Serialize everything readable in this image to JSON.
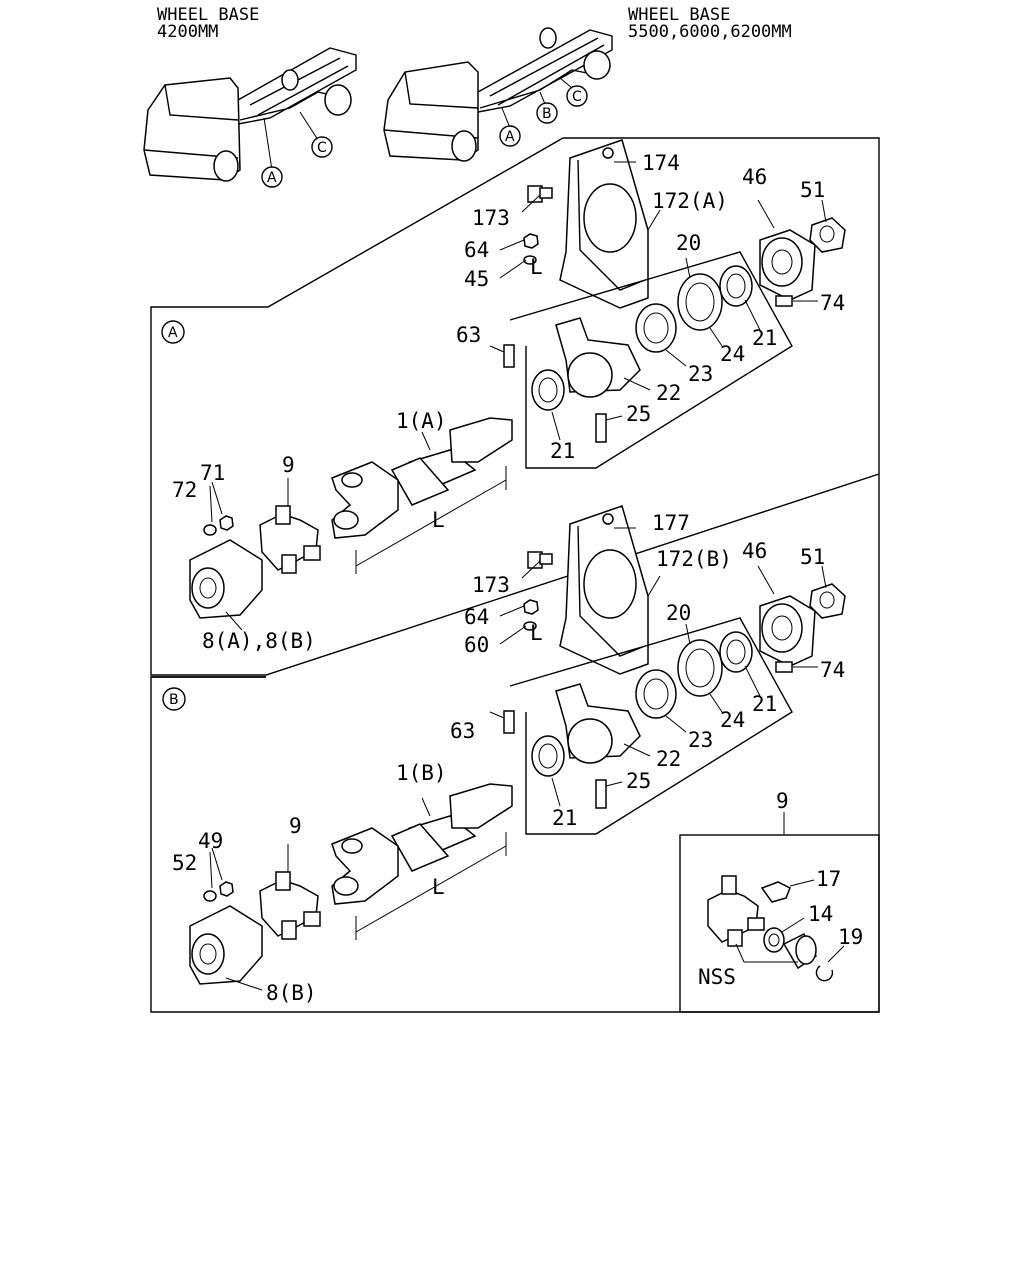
{
  "headers": {
    "left_line1": "WHEEL BASE",
    "left_line2": "4200MM",
    "right_line1": "WHEEL BASE",
    "right_line2": "5500,6000,6200MM"
  },
  "callouts": {
    "a": "A",
    "b": "B",
    "c": "C"
  },
  "section_a": {
    "tag": "A",
    "labels": {
      "p174": "174",
      "p173": "173",
      "p172": "172(A)",
      "p46": "46",
      "p51": "51",
      "p64": "64",
      "p45": "45",
      "p20": "20",
      "p74": "74",
      "p63": "63",
      "p21a": "21",
      "p24": "24",
      "p23": "23",
      "p22": "22",
      "p25": "25",
      "p21b": "21",
      "p1": "1(A)",
      "p9": "9",
      "p72": "72",
      "p71": "71",
      "pL": "L",
      "pL2": "L",
      "p8": "8(A),8(B)"
    }
  },
  "section_b": {
    "tag": "B",
    "labels": {
      "p177": "177",
      "p173": "173",
      "p172": "172(B)",
      "p46": "46",
      "p51": "51",
      "p64": "64",
      "p60": "60",
      "p20": "20",
      "p74": "74",
      "p63": "63",
      "p21a": "21",
      "p24": "24",
      "p23": "23",
      "p22": "22",
      "p25": "25",
      "p21b": "21",
      "p1": "1(B)",
      "p9": "9",
      "p52": "52",
      "p49": "49",
      "pL": "L",
      "pL2": "L",
      "p8": "8(B)"
    }
  },
  "detail": {
    "p9": "9",
    "p17": "17",
    "p14": "14",
    "p19": "19",
    "nss": "NSS"
  }
}
